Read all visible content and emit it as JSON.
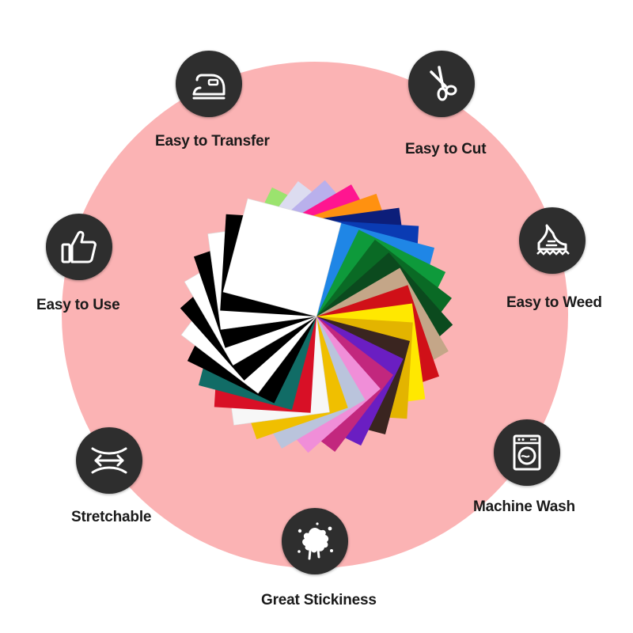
{
  "colors": {
    "background_circle": "#fbb3b4",
    "icon_circle": "#2e2e2e",
    "icon_stroke": "#ffffff",
    "label_text": "#1a1a1a"
  },
  "features": [
    {
      "label": "Easy to Transfer",
      "icon": "iron-icon"
    },
    {
      "label": "Easy to Cut",
      "icon": "scissors-icon"
    },
    {
      "label": "Easy to Use",
      "icon": "thumbs-up-icon"
    },
    {
      "label": "Easy to Weed",
      "icon": "weeding-tool-icon"
    },
    {
      "label": "Stretchable",
      "icon": "stretch-arrows-icon"
    },
    {
      "label": "Machine Wash",
      "icon": "washing-machine-icon"
    },
    {
      "label": "Great Stickiness",
      "icon": "splash-icon"
    }
  ],
  "vinyl_sheet_colors": [
    "#9be36e",
    "#dcdcf0",
    "#b9b0ec",
    "#ff1590",
    "#ff9110",
    "#0c1e7a",
    "#0a3bb3",
    "#1f86e6",
    "#0e9a3b",
    "#0a6a25",
    "#0b4a1e",
    "#c4a688",
    "#d01018",
    "#ffe800",
    "#e3b400",
    "#3a2520",
    "#6a1ec2",
    "#c2277e",
    "#f08ed8",
    "#bac4dc",
    "#f0bf00",
    "#f7f7f7",
    "#d81026",
    "#116c66",
    "#000000",
    "#ffffff",
    "#000000",
    "#ffffff",
    "#000000",
    "#ffffff",
    "#000000",
    "#ffffff"
  ]
}
